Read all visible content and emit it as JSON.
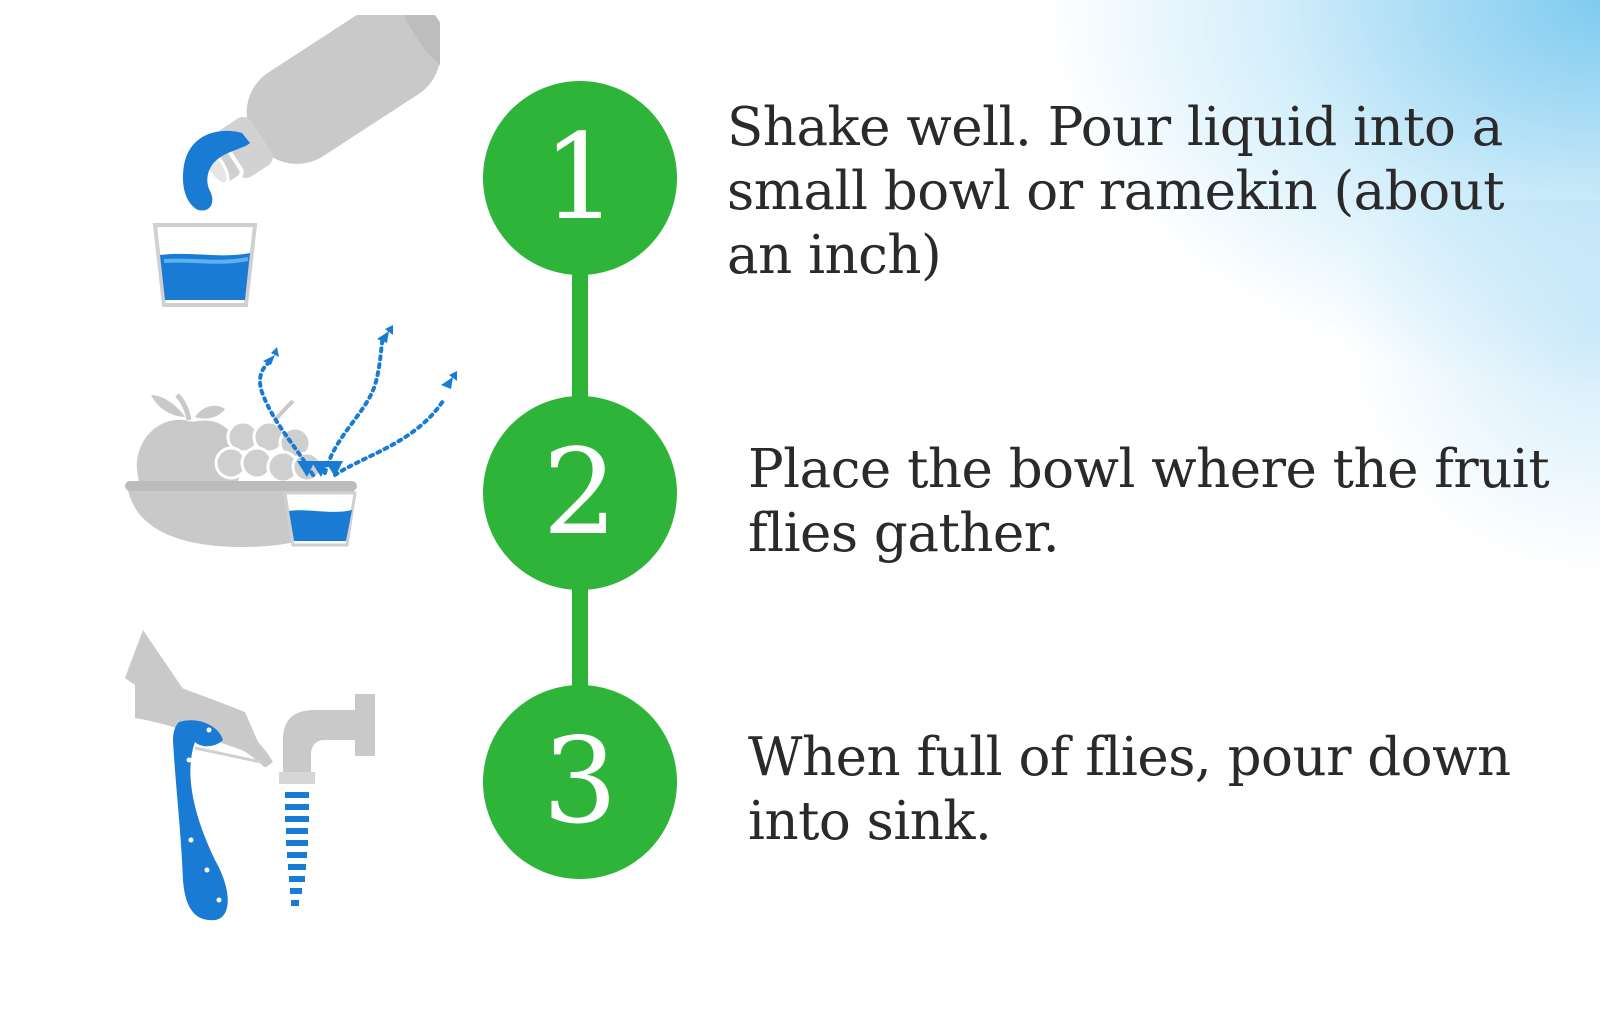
{
  "colors": {
    "green": "#2fb43a",
    "blue": "#1a7bd4",
    "gray": "#c9c9c9",
    "text": "#2a2a2a"
  },
  "steps": [
    {
      "number": "1",
      "illustration": "bottle-pouring-into-cup-icon",
      "lines": [
        "Shake well. Pour liquid into a",
        "small bowl or ramekin (about",
        "an inch)"
      ]
    },
    {
      "number": "2",
      "illustration": "fruit-bowl-with-flies-icon",
      "lines": [
        "Place the bowl where the fruit",
        "flies gather."
      ]
    },
    {
      "number": "3",
      "illustration": "pour-into-sink-icon",
      "lines": [
        "When full of flies, pour down",
        "into sink."
      ]
    }
  ]
}
